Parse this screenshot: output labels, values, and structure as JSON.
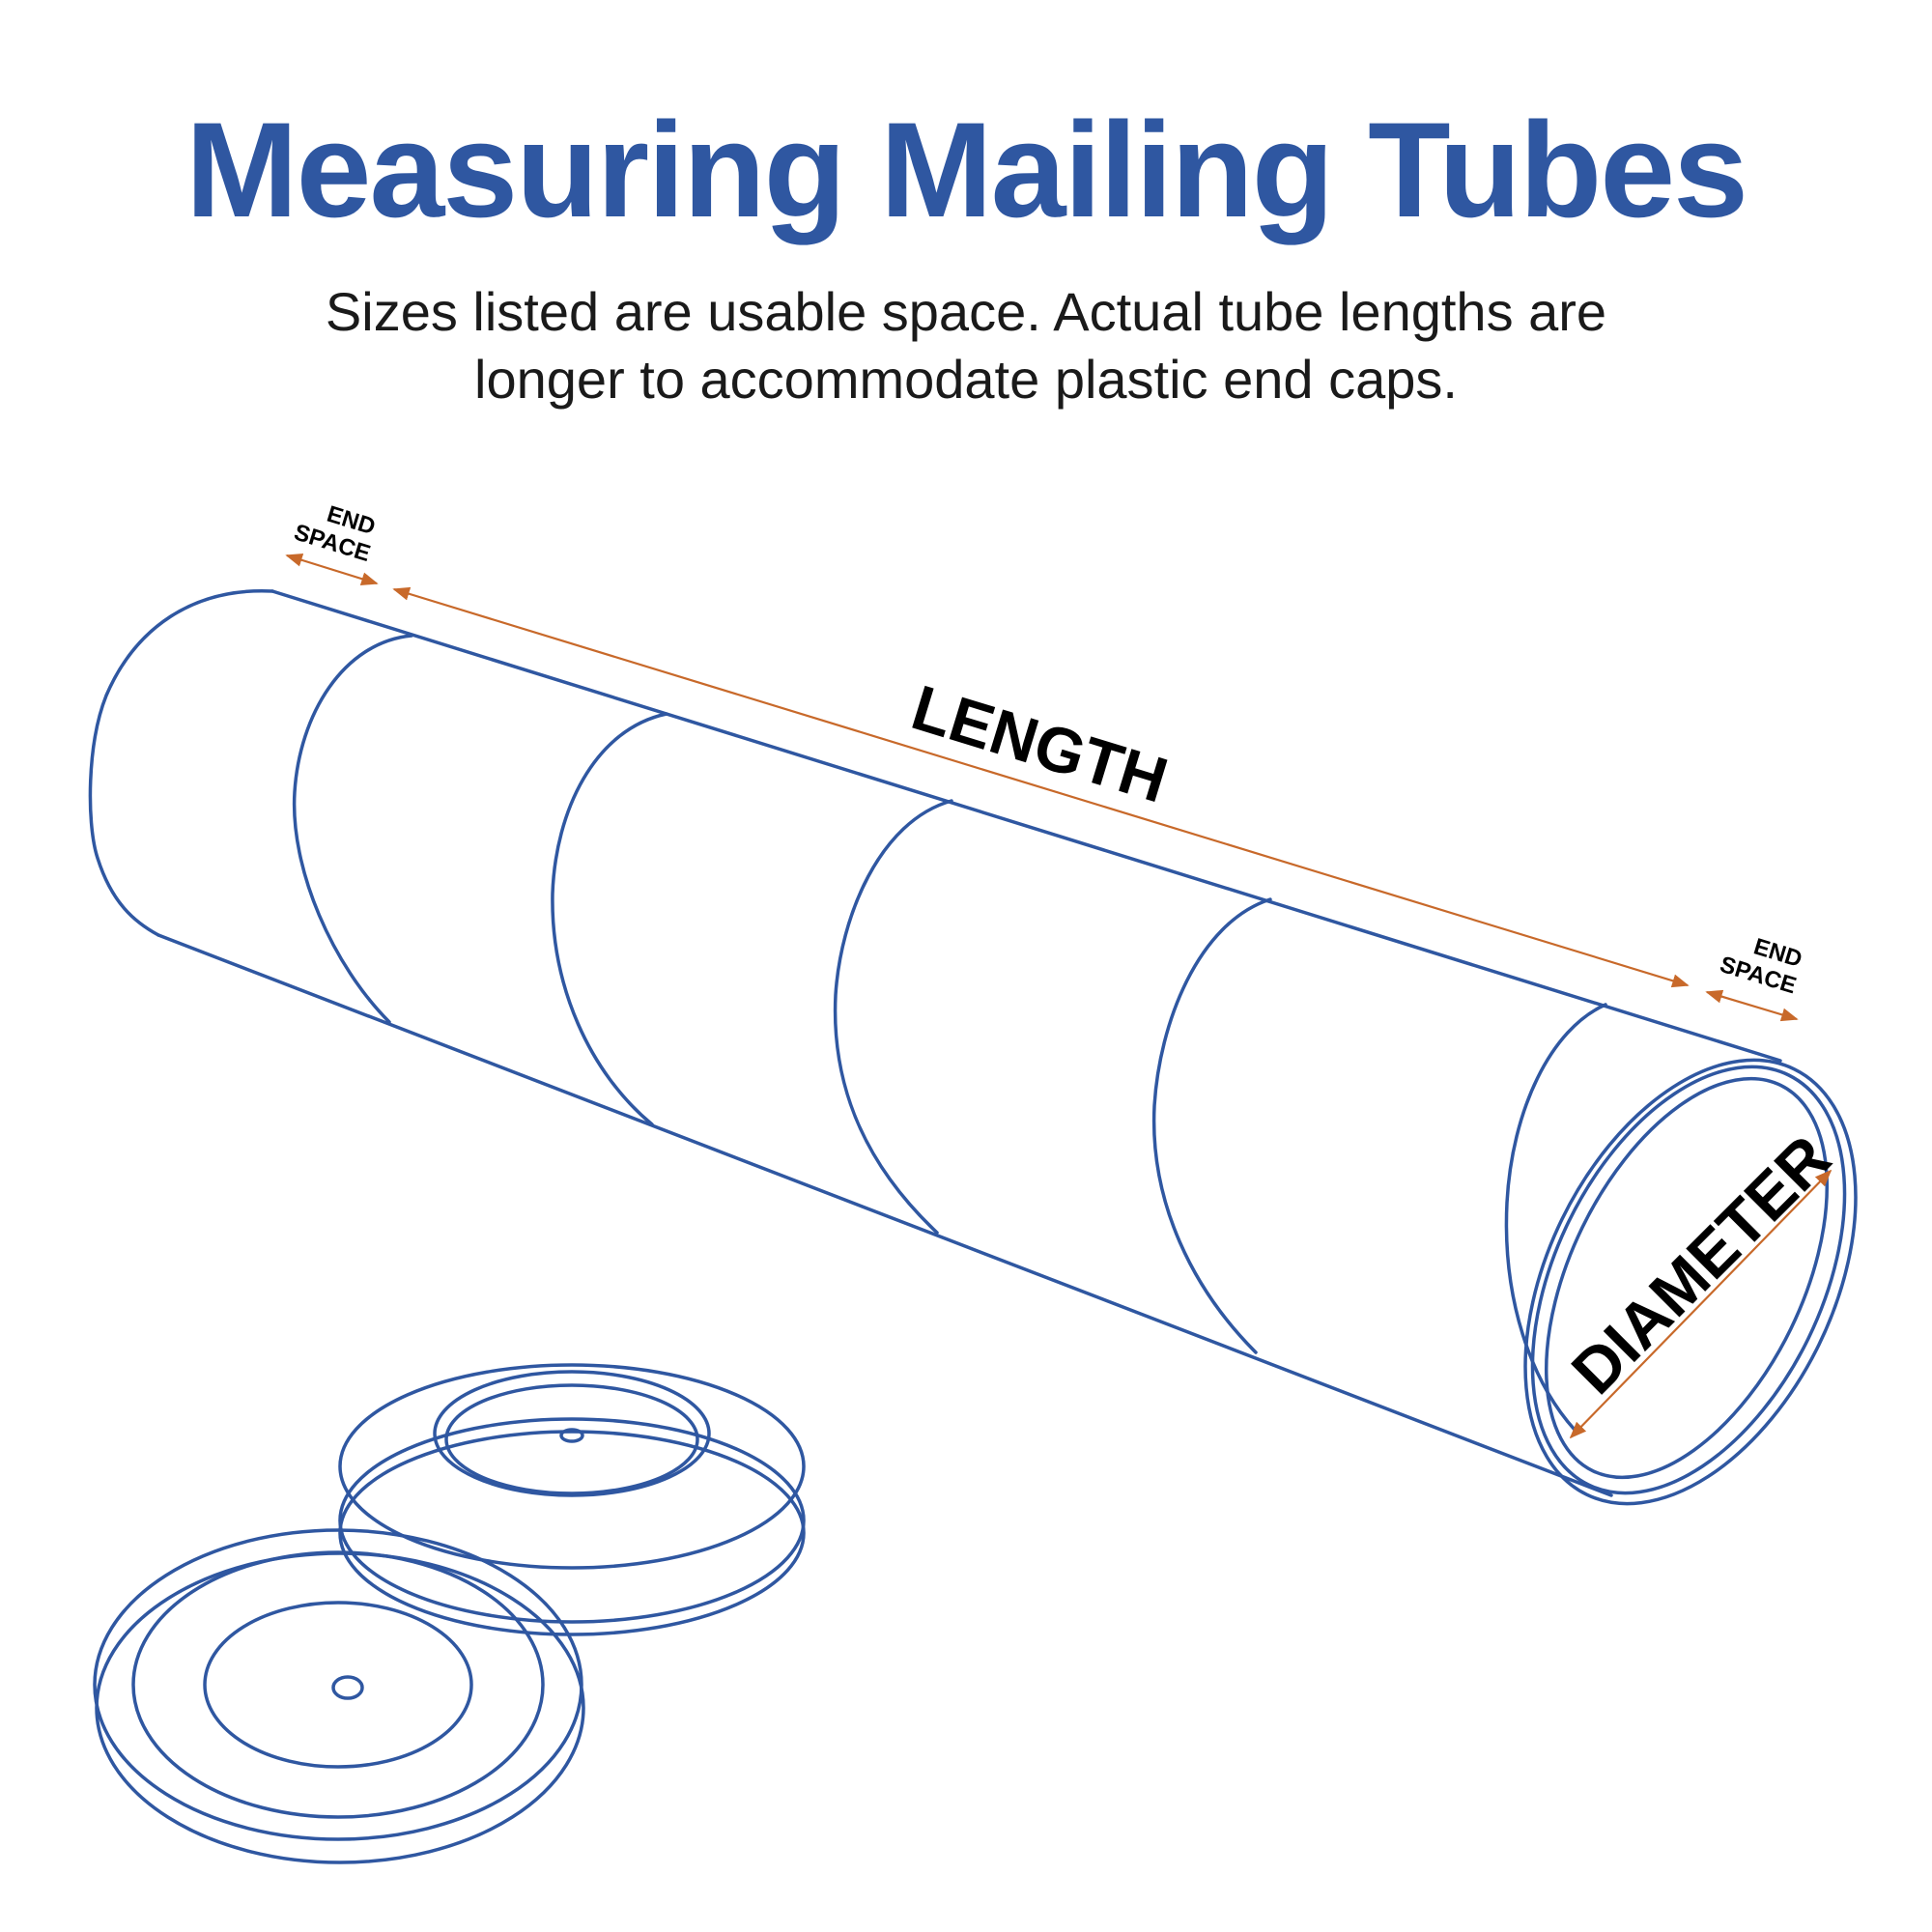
{
  "title": "Measuring Mailing Tubes",
  "subtitle": {
    "line1": "Sizes listed are usable space. Actual tube lengths are",
    "line2": "longer to accommodate plastic end caps."
  },
  "labels": {
    "length": "LENGTH",
    "diameter": "DIAMETER",
    "end_space_left": {
      "line1": "END",
      "line2": "SPACE"
    },
    "end_space_right": {
      "line1": "END",
      "line2": "SPACE"
    }
  },
  "colors": {
    "title": "#2f57a1",
    "outline": "#2f57a1",
    "dimension": "#c8692a"
  },
  "icons": [
    "mailing-tube-illustration",
    "end-cap-illustration"
  ]
}
